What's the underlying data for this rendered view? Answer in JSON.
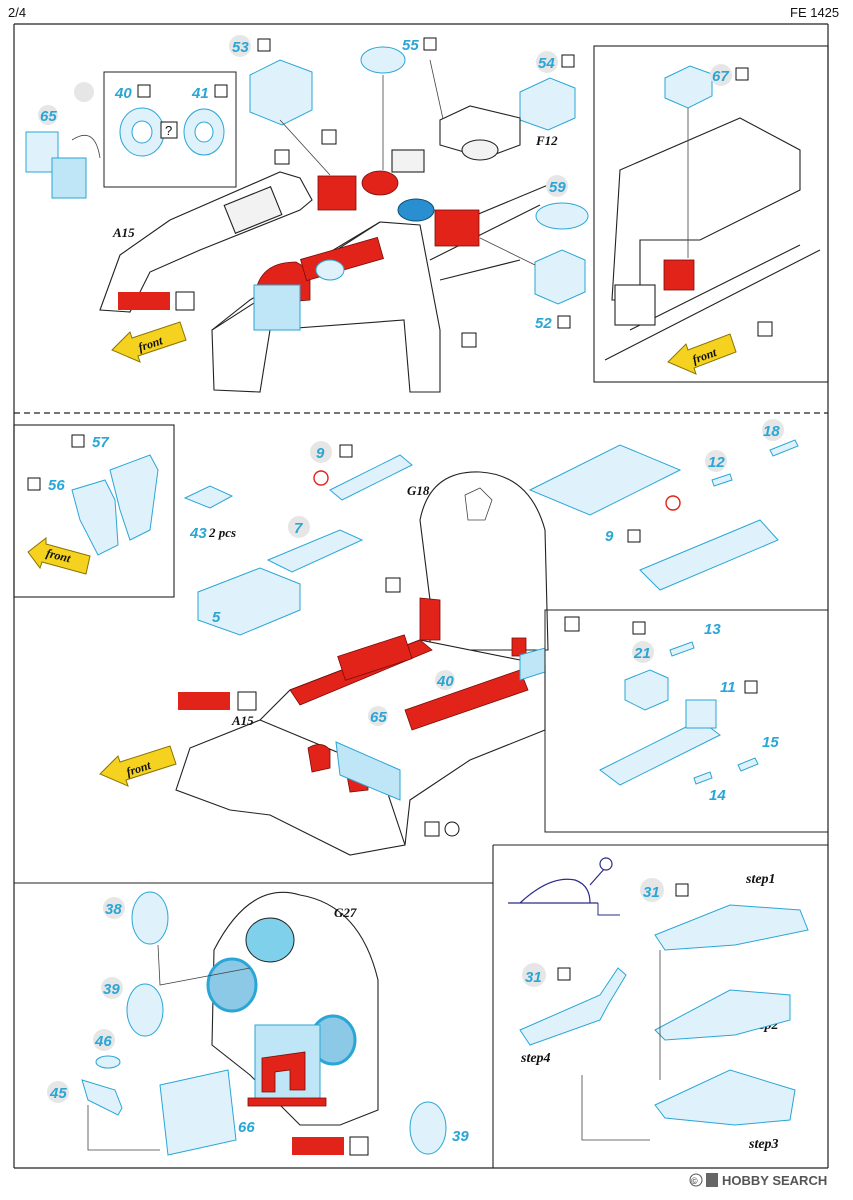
{
  "header": {
    "page": "2/4",
    "code": "FE 1425"
  },
  "labels": {
    "a15_top": "A15",
    "f12": "F12",
    "a15_mid": "A15",
    "g18": "G18",
    "g27": "G27",
    "qty_43": "2 pcs",
    "question": "?",
    "front": "front"
  },
  "parts": {
    "p53": "53",
    "p55": "55",
    "p54": "54",
    "p67": "67",
    "p40": "40",
    "p41": "41",
    "p65": "65",
    "p59": "59",
    "p52": "52",
    "p57": "57",
    "p56": "56",
    "p9": "9",
    "p9b": "9",
    "p18": "18",
    "p12": "12",
    "p43": "43",
    "p7": "7",
    "p5": "5",
    "p13": "13",
    "p21": "21",
    "p11": "11",
    "p15": "15",
    "p14": "14",
    "p40b": "40",
    "p65b": "65",
    "p38": "38",
    "p39": "39",
    "p39b": "39",
    "p46": "46",
    "p45": "45",
    "p66": "66",
    "p31": "31",
    "p31b": "31"
  },
  "steps": {
    "s1": "step1",
    "s2": "step2",
    "s3": "step3",
    "s4": "step4"
  },
  "watermark": {
    "brand": "HOBBY SEARCH",
    "copyright": "©"
  },
  "colors": {
    "photoetch": "#2aa6d6",
    "paint_red": "#e2231a",
    "arrow_front": "#f4d21f",
    "part_blue": "#2a8fd0"
  }
}
